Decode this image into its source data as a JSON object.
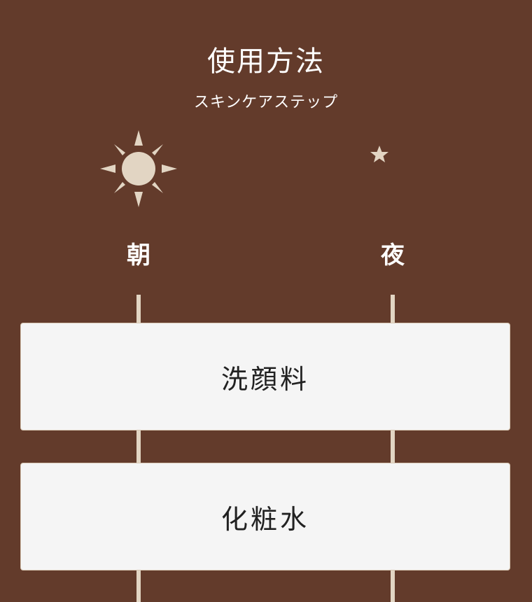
{
  "header": {
    "title": "使用方法",
    "subtitle": "スキンケアステップ"
  },
  "columns": {
    "morning": {
      "label": "朝",
      "icon": "sun-icon"
    },
    "night": {
      "label": "夜",
      "icon": "moon-icon"
    }
  },
  "steps": [
    {
      "label": "洗顔料"
    },
    {
      "label": "化粧水"
    }
  ],
  "colors": {
    "background": "#633b2b",
    "accent": "#e2d5c3",
    "card": "#f5f5f5",
    "text_light": "#ffffff",
    "text_dark": "#222222"
  }
}
